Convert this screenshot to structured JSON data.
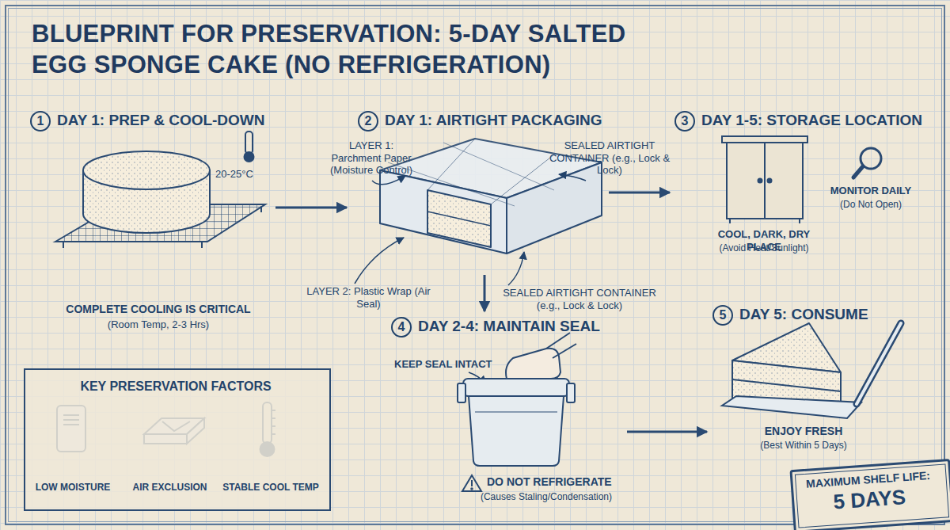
{
  "diagram": {
    "title": "BLUEPRINT FOR PRESERVATION: 5-DAY SALTED EGG SPONGE CAKE (NO REFRIGERATION)",
    "nodes": [
      {
        "text": [
          "1",
          "DAY 1: PREP & COOL-DOWN",
          "COMPLETE COOLING IS CRITICAL",
          "(Room Temp, 2-3 Hrs)"
        ]
      },
      {
        "text": [
          "2",
          "DAY 1: AIRTIGHT PACKAGING"
        ]
      },
      {
        "text": [
          "3",
          "DAY 1-5: STORAGE LOCATION",
          "COOL, DARK, DRY PLACE",
          "(Avoid Heat/Sunlight)",
          "MONITOR DAILY",
          "(Do Not Open)"
        ]
      },
      {
        "text": [
          "4",
          "DAY 2-4: MAINTAIN SEAL",
          "KEEP SEAL INTACT"
        ]
      },
      {
        "text": [
          "5",
          "DAY 5: CONSUME",
          "ENJOY FRESH",
          "(Best Within 5 Days)"
        ]
      },
      {
        "text": [
          "KEY PRESERVATION FACTORS",
          "LOW MOISTURE",
          "AIR EXCLUSION",
          "STABLE COOL TEMP"
        ]
      },
      {
        "text": [
          "MAXIMUM SHELF LIFE:",
          "5 DAYS"
        ]
      }
    ],
    "edges": [
      {
        "from": 0,
        "to": 1,
        "arrow": "to"
      },
      {
        "from": 1,
        "to": 2,
        "arrow": "to"
      },
      {
        "from": 1,
        "to": 3,
        "arrow": "to"
      },
      {
        "from": 3,
        "to": 4,
        "arrow": "to"
      }
    ],
    "labels": [
      "20-25°C",
      "LAYER 1: Parchment Paper (Moisture Control)",
      "SEALED AIRTIGHT CONTAINER (e.g., Lock & Lock)",
      "LAYER 2: Plastic Wrap (Air Seal)",
      "SEALED AIRTIGHT CONTAINER (e.g., Lock & Lock)",
      "DO NOT REFRIGERATE",
      "(Causes Staling/Condensation)"
    ]
  }
}
